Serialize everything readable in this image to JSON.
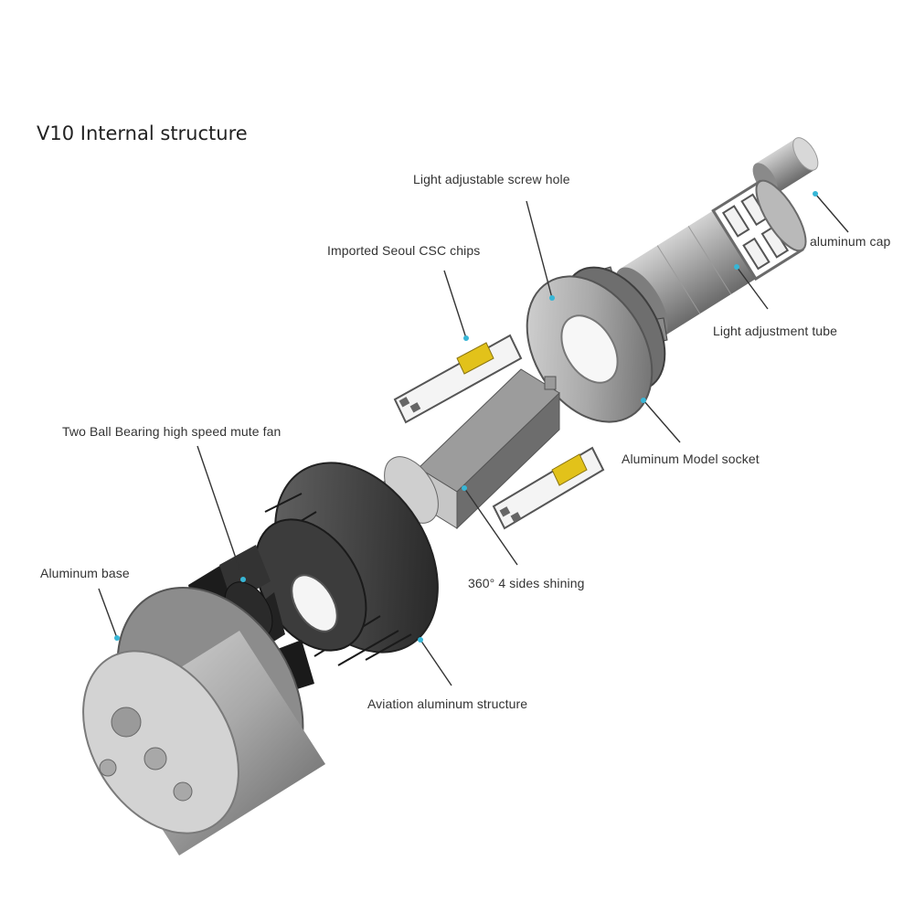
{
  "title": "V10  Internal structure",
  "labels": {
    "aluminum_cap": "aluminum cap",
    "screw_hole": "Light adjustable screw hole",
    "csc_chips": "Imported Seoul CSC chips",
    "adjustment_tube": "Light adjustment tube",
    "fan": "Two Ball Bearing high speed mute fan",
    "model_socket": "Aluminum Model socket",
    "aluminum_base": "Aluminum base",
    "sides_shining": "360° 4 sides shining",
    "aviation_structure": "Aviation aluminum structure"
  },
  "colors": {
    "metal_light": "#c9c9c9",
    "metal_mid": "#8e8e8e",
    "metal_dark": "#3a3a3a",
    "chip_yellow": "#e2c21a",
    "leader_dot": "#37b6d6"
  }
}
